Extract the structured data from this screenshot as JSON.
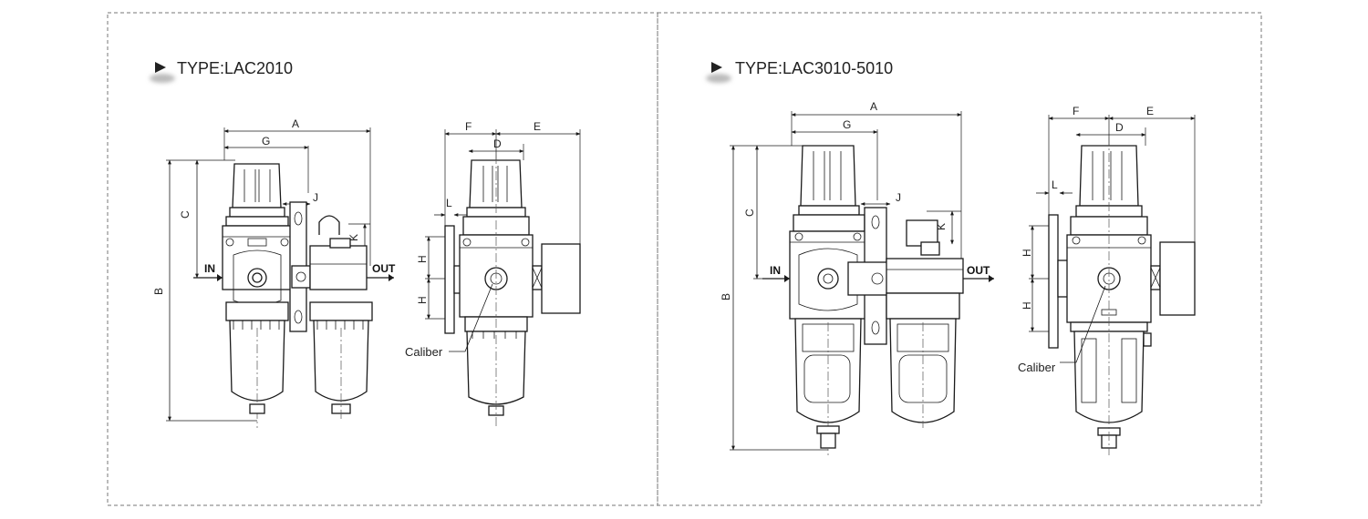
{
  "panels": [
    {
      "title": "TYPE:LAC2010",
      "dims": {
        "A": "A",
        "G": "G",
        "J": "J",
        "K": "K",
        "C": "C",
        "B": "B",
        "F": "F",
        "D": "D",
        "E": "E",
        "L": "L",
        "H1": "H",
        "H2": "H"
      },
      "ports": {
        "in": "IN",
        "out": "OUT"
      },
      "caliber": "Caliber"
    },
    {
      "title": "TYPE:LAC3010-5010",
      "dims": {
        "A": "A",
        "G": "G",
        "J": "J",
        "K": "K",
        "C": "C",
        "B": "B",
        "F": "F",
        "D": "D",
        "E": "E",
        "L": "L",
        "H1": "H",
        "H2": "H"
      },
      "ports": {
        "in": "IN",
        "out": "OUT"
      },
      "caliber": "Caliber"
    }
  ]
}
